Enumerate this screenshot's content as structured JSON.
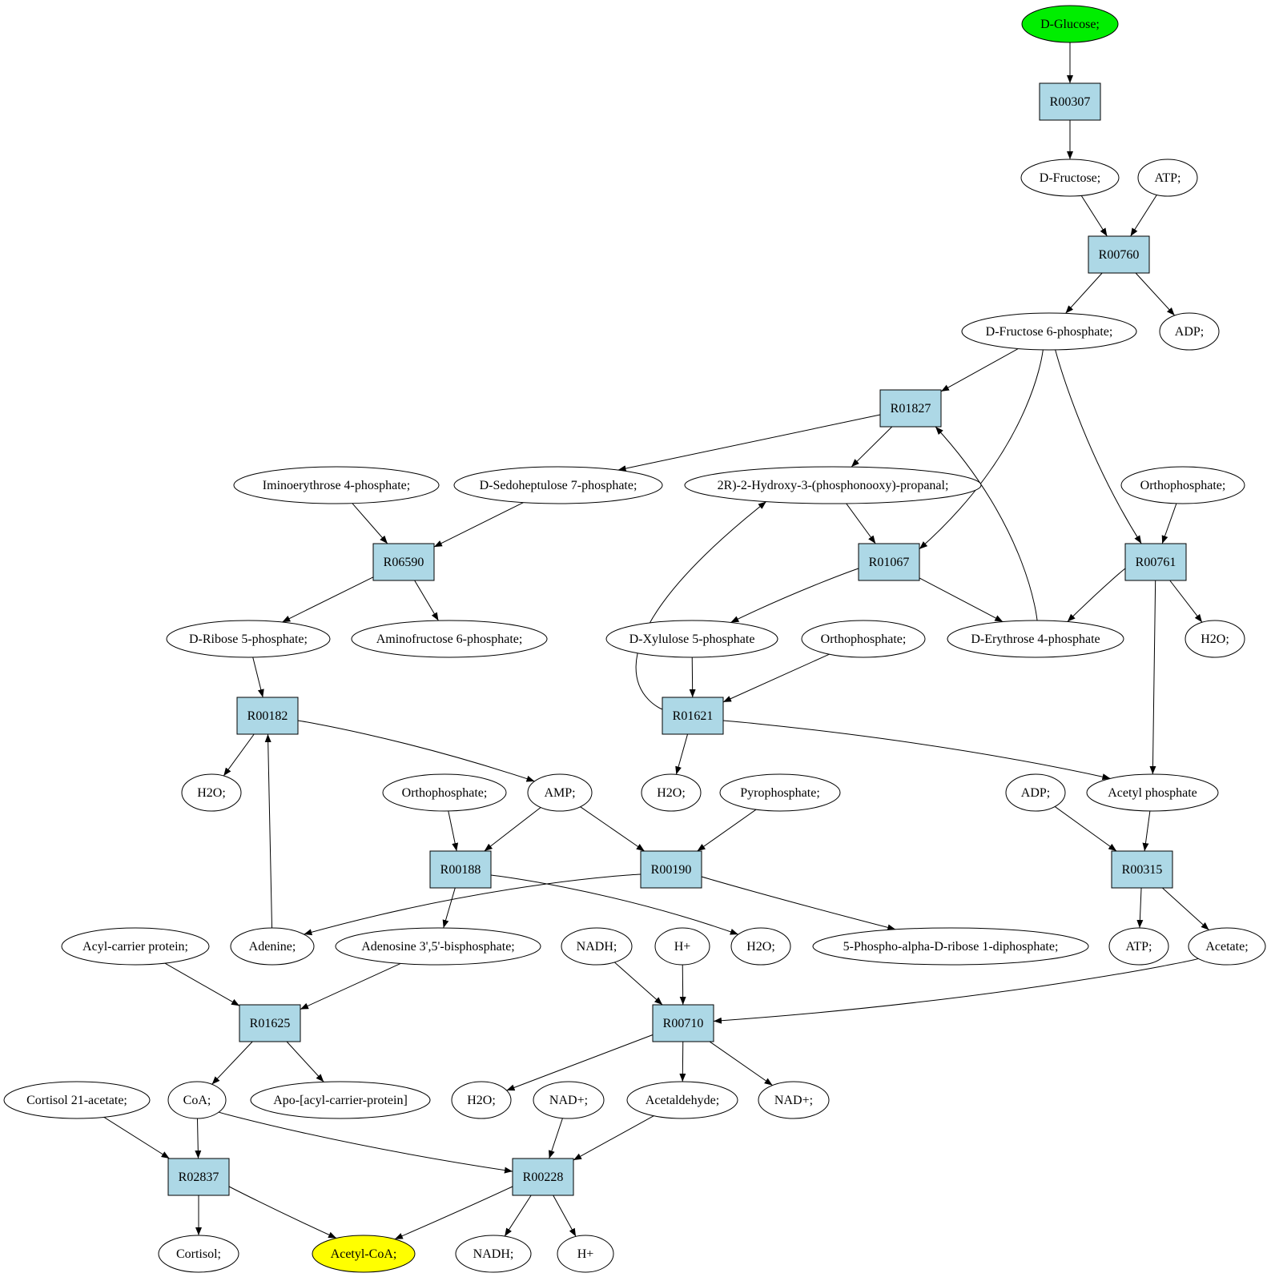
{
  "colors": {
    "start": "#00ee00",
    "end": "#ffff00",
    "reaction": "#add8e6",
    "compound": "#ffffff"
  },
  "reactions": [
    {
      "id": "r00307",
      "label": "R00307"
    },
    {
      "id": "r00760",
      "label": "R00760"
    },
    {
      "id": "r01827",
      "label": "R01827"
    },
    {
      "id": "r06590",
      "label": "R06590"
    },
    {
      "id": "r01067",
      "label": "R01067"
    },
    {
      "id": "r00761",
      "label": "R00761"
    },
    {
      "id": "r00182",
      "label": "R00182"
    },
    {
      "id": "r01621",
      "label": "R01621"
    },
    {
      "id": "r00188",
      "label": "R00188"
    },
    {
      "id": "r00190",
      "label": "R00190"
    },
    {
      "id": "r00315",
      "label": "R00315"
    },
    {
      "id": "r01625",
      "label": "R01625"
    },
    {
      "id": "r00710",
      "label": "R00710"
    },
    {
      "id": "r02837",
      "label": "R02837"
    },
    {
      "id": "r00228",
      "label": "R00228"
    }
  ],
  "compounds": [
    {
      "id": "glucose",
      "label": "D-Glucose;",
      "role": "start"
    },
    {
      "id": "fructose",
      "label": "D-Fructose;"
    },
    {
      "id": "atp1",
      "label": "ATP;"
    },
    {
      "id": "f6p",
      "label": "D-Fructose 6-phosphate;"
    },
    {
      "id": "adp1",
      "label": "ADP;"
    },
    {
      "id": "imino",
      "label": "Iminoerythrose 4-phosphate;"
    },
    {
      "id": "s7p",
      "label": "D-Sedoheptulose 7-phosphate;"
    },
    {
      "id": "g3p",
      "label": "2R)-2-Hydroxy-3-(phosphonooxy)-propanal;"
    },
    {
      "id": "pi1",
      "label": "Orthophosphate;"
    },
    {
      "id": "r5p",
      "label": "D-Ribose 5-phosphate;"
    },
    {
      "id": "aminof6p",
      "label": "Aminofructose 6-phosphate;"
    },
    {
      "id": "x5p",
      "label": "D-Xylulose 5-phosphate"
    },
    {
      "id": "pi2",
      "label": "Orthophosphate;"
    },
    {
      "id": "e4p",
      "label": "D-Erythrose 4-phosphate"
    },
    {
      "id": "h2o1",
      "label": "H2O;"
    },
    {
      "id": "h2o2",
      "label": "H2O;"
    },
    {
      "id": "pi3",
      "label": "Orthophosphate;"
    },
    {
      "id": "amp",
      "label": "AMP;"
    },
    {
      "id": "h2o3",
      "label": "H2O;"
    },
    {
      "id": "ppi",
      "label": "Pyrophosphate;"
    },
    {
      "id": "adp2",
      "label": "ADP;"
    },
    {
      "id": "acp_p",
      "label": "Acetyl phosphate"
    },
    {
      "id": "acylcarrier",
      "label": "Acyl-carrier protein;"
    },
    {
      "id": "adenine",
      "label": "Adenine;"
    },
    {
      "id": "pap",
      "label": "Adenosine 3',5'-bisphosphate;"
    },
    {
      "id": "nadh1",
      "label": "NADH;"
    },
    {
      "id": "hplus1",
      "label": "H+"
    },
    {
      "id": "h2o4",
      "label": "H2O;"
    },
    {
      "id": "prpp",
      "label": "5-Phospho-alpha-D-ribose 1-diphosphate;"
    },
    {
      "id": "atp2",
      "label": "ATP;"
    },
    {
      "id": "acetate",
      "label": "Acetate;"
    },
    {
      "id": "cortacetate",
      "label": "Cortisol 21-acetate;"
    },
    {
      "id": "coa",
      "label": "CoA;"
    },
    {
      "id": "apoacp",
      "label": "Apo-[acyl-carrier-protein]"
    },
    {
      "id": "h2o5",
      "label": "H2O;"
    },
    {
      "id": "nadplus1",
      "label": "NAD+;"
    },
    {
      "id": "acetaldehyde",
      "label": "Acetaldehyde;"
    },
    {
      "id": "nadplus2",
      "label": "NAD+;"
    },
    {
      "id": "cortisol",
      "label": "Cortisol;"
    },
    {
      "id": "acetylcoa",
      "label": "Acetyl-CoA;",
      "role": "end"
    },
    {
      "id": "nadh2",
      "label": "NADH;"
    },
    {
      "id": "hplus2",
      "label": "H+"
    }
  ],
  "edges": [
    [
      "glucose",
      "r00307"
    ],
    [
      "r00307",
      "fructose"
    ],
    [
      "fructose",
      "r00760"
    ],
    [
      "atp1",
      "r00760"
    ],
    [
      "r00760",
      "f6p"
    ],
    [
      "r00760",
      "adp1"
    ],
    [
      "f6p",
      "r01827"
    ],
    [
      "f6p",
      "r01067"
    ],
    [
      "f6p",
      "r00761"
    ],
    [
      "r01827",
      "s7p"
    ],
    [
      "r01827",
      "g3p"
    ],
    [
      "e4p",
      "r01827"
    ],
    [
      "imino",
      "r06590"
    ],
    [
      "s7p",
      "r06590"
    ],
    [
      "r06590",
      "r5p"
    ],
    [
      "r06590",
      "aminof6p"
    ],
    [
      "g3p",
      "r01067"
    ],
    [
      "r01067",
      "x5p"
    ],
    [
      "r01067",
      "e4p"
    ],
    [
      "pi1",
      "r00761"
    ],
    [
      "r00761",
      "e4p"
    ],
    [
      "r00761",
      "h2o2"
    ],
    [
      "r00761",
      "acp_p"
    ],
    [
      "r5p",
      "r00182"
    ],
    [
      "r00182",
      "h2o1"
    ],
    [
      "r00182",
      "amp"
    ],
    [
      "adenine",
      "r00182"
    ],
    [
      "x5p",
      "r01621"
    ],
    [
      "pi2",
      "r01621"
    ],
    [
      "r01621",
      "g3p"
    ],
    [
      "r01621",
      "h2o3"
    ],
    [
      "r01621",
      "acp_p"
    ],
    [
      "pi3",
      "r00188"
    ],
    [
      "amp",
      "r00188"
    ],
    [
      "amp",
      "r00190"
    ],
    [
      "ppi",
      "r00190"
    ],
    [
      "r00188",
      "pap"
    ],
    [
      "r00188",
      "h2o4"
    ],
    [
      "r00190",
      "adenine"
    ],
    [
      "r00190",
      "prpp"
    ],
    [
      "adp2",
      "r00315"
    ],
    [
      "acp_p",
      "r00315"
    ],
    [
      "r00315",
      "atp2"
    ],
    [
      "r00315",
      "acetate"
    ],
    [
      "acylcarrier",
      "r01625"
    ],
    [
      "pap",
      "r01625"
    ],
    [
      "r01625",
      "coa"
    ],
    [
      "r01625",
      "apoacp"
    ],
    [
      "nadh1",
      "r00710"
    ],
    [
      "hplus1",
      "r00710"
    ],
    [
      "acetate",
      "r00710"
    ],
    [
      "r00710",
      "h2o5"
    ],
    [
      "r00710",
      "acetaldehyde"
    ],
    [
      "r00710",
      "nadplus2"
    ],
    [
      "cortacetate",
      "r02837"
    ],
    [
      "coa",
      "r02837"
    ],
    [
      "r02837",
      "cortisol"
    ],
    [
      "r02837",
      "acetylcoa"
    ],
    [
      "coa",
      "r00228"
    ],
    [
      "nadplus1",
      "r00228"
    ],
    [
      "acetaldehyde",
      "r00228"
    ],
    [
      "r00228",
      "acetylcoa"
    ],
    [
      "r00228",
      "nadh2"
    ],
    [
      "r00228",
      "hplus2"
    ]
  ]
}
